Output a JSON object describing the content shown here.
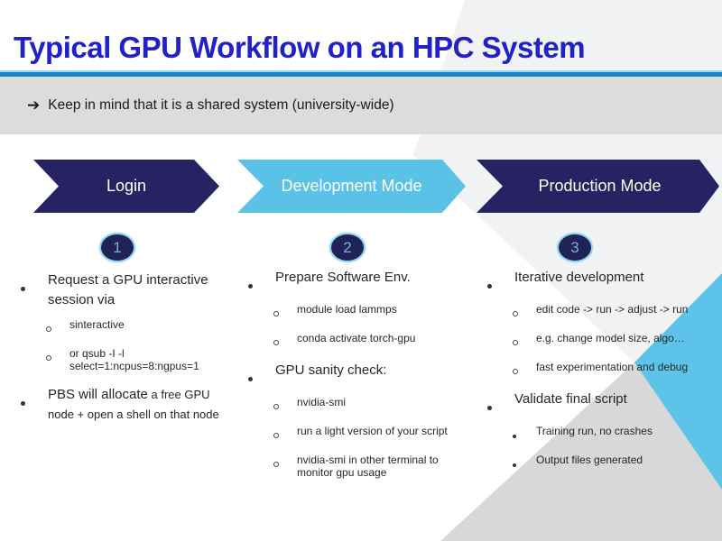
{
  "slide": {
    "title": "Typical GPU Workflow on an HPC System",
    "note_arrow": "➔",
    "note": "Keep in mind that it is a shared system (university-wide)"
  },
  "colors": {
    "title_blue": "#2121c8",
    "rule_blue": "#1b82c5",
    "navy_arrow": "#272262",
    "cyan_accent": "#5bc2e7",
    "note_strip_gray": "#dbdcdc",
    "decor_gray_triangle": "#d7d8d9",
    "decor_cyan_triangle": "#5dc3e8",
    "badge_fill": "#1f2356",
    "badge_ring": "#8fd3ef",
    "badge_number": "#79aede",
    "body_text": "#262626"
  },
  "workflow": {
    "stages": [
      {
        "label": "Login",
        "number": "1"
      },
      {
        "label": "Development Mode",
        "number": "2"
      },
      {
        "label": "Production Mode",
        "number": "3"
      }
    ]
  },
  "columns": [
    {
      "stage": "Login",
      "items": [
        {
          "level": 1,
          "marker": "dot",
          "text": "Request a GPU interactive session via"
        },
        {
          "level": 2,
          "marker": "ring",
          "text": "sinteractive"
        },
        {
          "level": 2,
          "marker": "ring",
          "text": "or qsub -I -l select=1:ncpus=8:ngpus=1"
        },
        {
          "level": 1,
          "marker": "dot",
          "text": "PBS will allocate",
          "text_small": " a free GPU node + open a shell on that node"
        }
      ]
    },
    {
      "stage": "Development Mode",
      "items": [
        {
          "level": 1,
          "marker": "dot",
          "text": "Prepare Software Env."
        },
        {
          "level": 2,
          "marker": "ring",
          "text": "module load lammps"
        },
        {
          "level": 2,
          "marker": "ring",
          "text": "conda activate torch-gpu"
        },
        {
          "level": 1,
          "marker": "dot",
          "text": "GPU sanity check:"
        },
        {
          "level": 2,
          "marker": "ring",
          "text": "nvidia-smi"
        },
        {
          "level": 2,
          "marker": "ring",
          "text": "run a light version of your script"
        },
        {
          "level": 2,
          "marker": "ring",
          "text": "nvidia-smi in other terminal to monitor gpu usage"
        }
      ]
    },
    {
      "stage": "Production Mode",
      "items": [
        {
          "level": 1,
          "marker": "dot",
          "text": "Iterative development"
        },
        {
          "level": 2,
          "marker": "ring",
          "text": "edit code -> run -> adjust -> run"
        },
        {
          "level": 2,
          "marker": "ring",
          "text": "e.g. change model size, algo…"
        },
        {
          "level": 2,
          "marker": "ring",
          "text": "fast experimentation and debug"
        },
        {
          "level": 1,
          "marker": "dot",
          "text": "Validate final script"
        },
        {
          "level": 2,
          "marker": "dot",
          "text": "Training run, no crashes"
        },
        {
          "level": 2,
          "marker": "dot",
          "text": "Output files generated"
        }
      ]
    }
  ]
}
